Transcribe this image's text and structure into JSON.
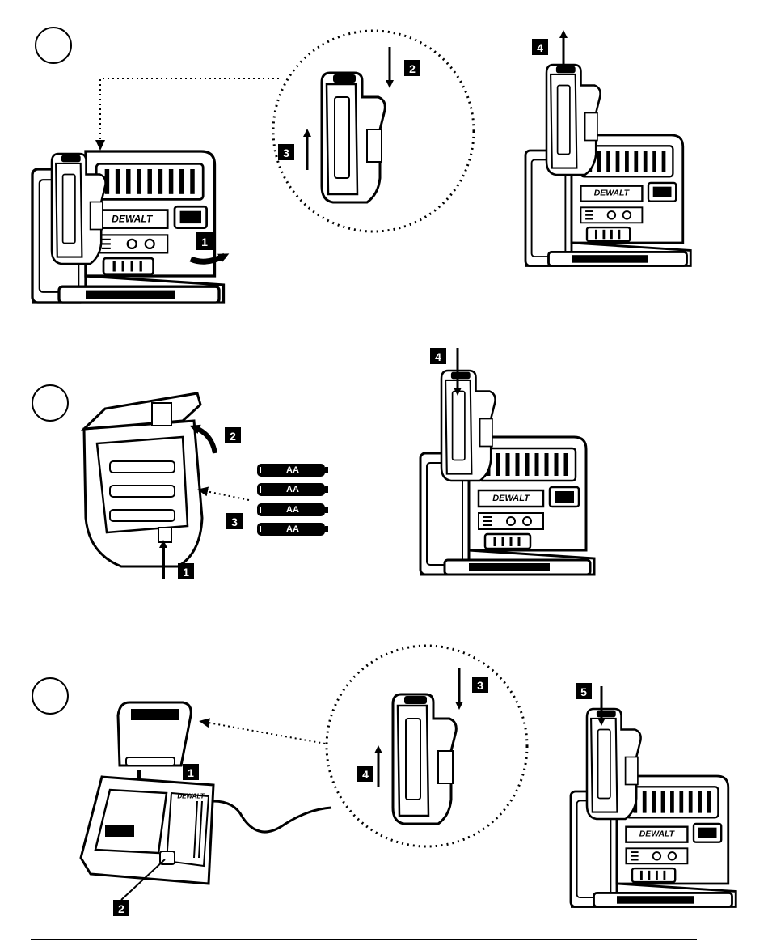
{
  "brand": "DEWALT",
  "battery_cell_label": "AA",
  "colors": {
    "ink": "#000000",
    "paper": "#ffffff",
    "shade": "#e6e6e6"
  },
  "sections": [
    {
      "id": "battery-pack-install",
      "step_labels": [
        "1",
        "2",
        "3",
        "4"
      ]
    },
    {
      "id": "aa-batteries",
      "step_labels": [
        "1",
        "2",
        "3",
        "4"
      ]
    },
    {
      "id": "charge-pack",
      "step_labels": [
        "1",
        "2",
        "3",
        "4",
        "5"
      ]
    }
  ]
}
